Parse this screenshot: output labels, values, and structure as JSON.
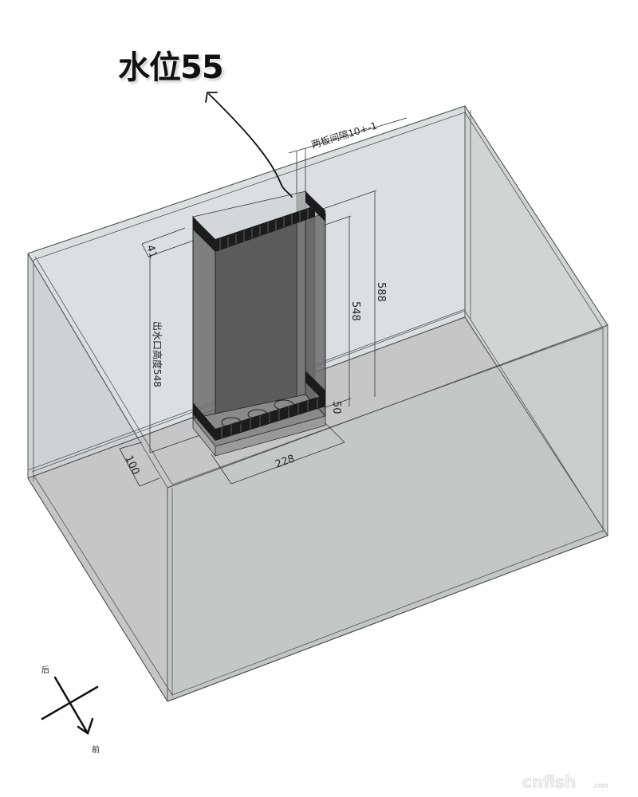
{
  "drawing": {
    "type": "isometric aquarium tank with overflow box",
    "title_annotation": "水位55",
    "dimensions": {
      "plate_gap": "两板间隔10+-1",
      "outlet_height": "出水口高度548",
      "top_offset": "41",
      "inner_height": "548",
      "outer_height": "588",
      "bottom_gap": "50",
      "box_width": "228",
      "front_offset": "100"
    },
    "compass": {
      "back_label": "后",
      "front_label": "前"
    },
    "watermark": {
      "text": "cnfish",
      "suffix": ".com"
    },
    "colors": {
      "tank_glass": "#d9dcdc",
      "tank_floor": "#c4c4c4",
      "overflow_box": "#555555",
      "comb": "#222222",
      "line": "#333333"
    }
  }
}
